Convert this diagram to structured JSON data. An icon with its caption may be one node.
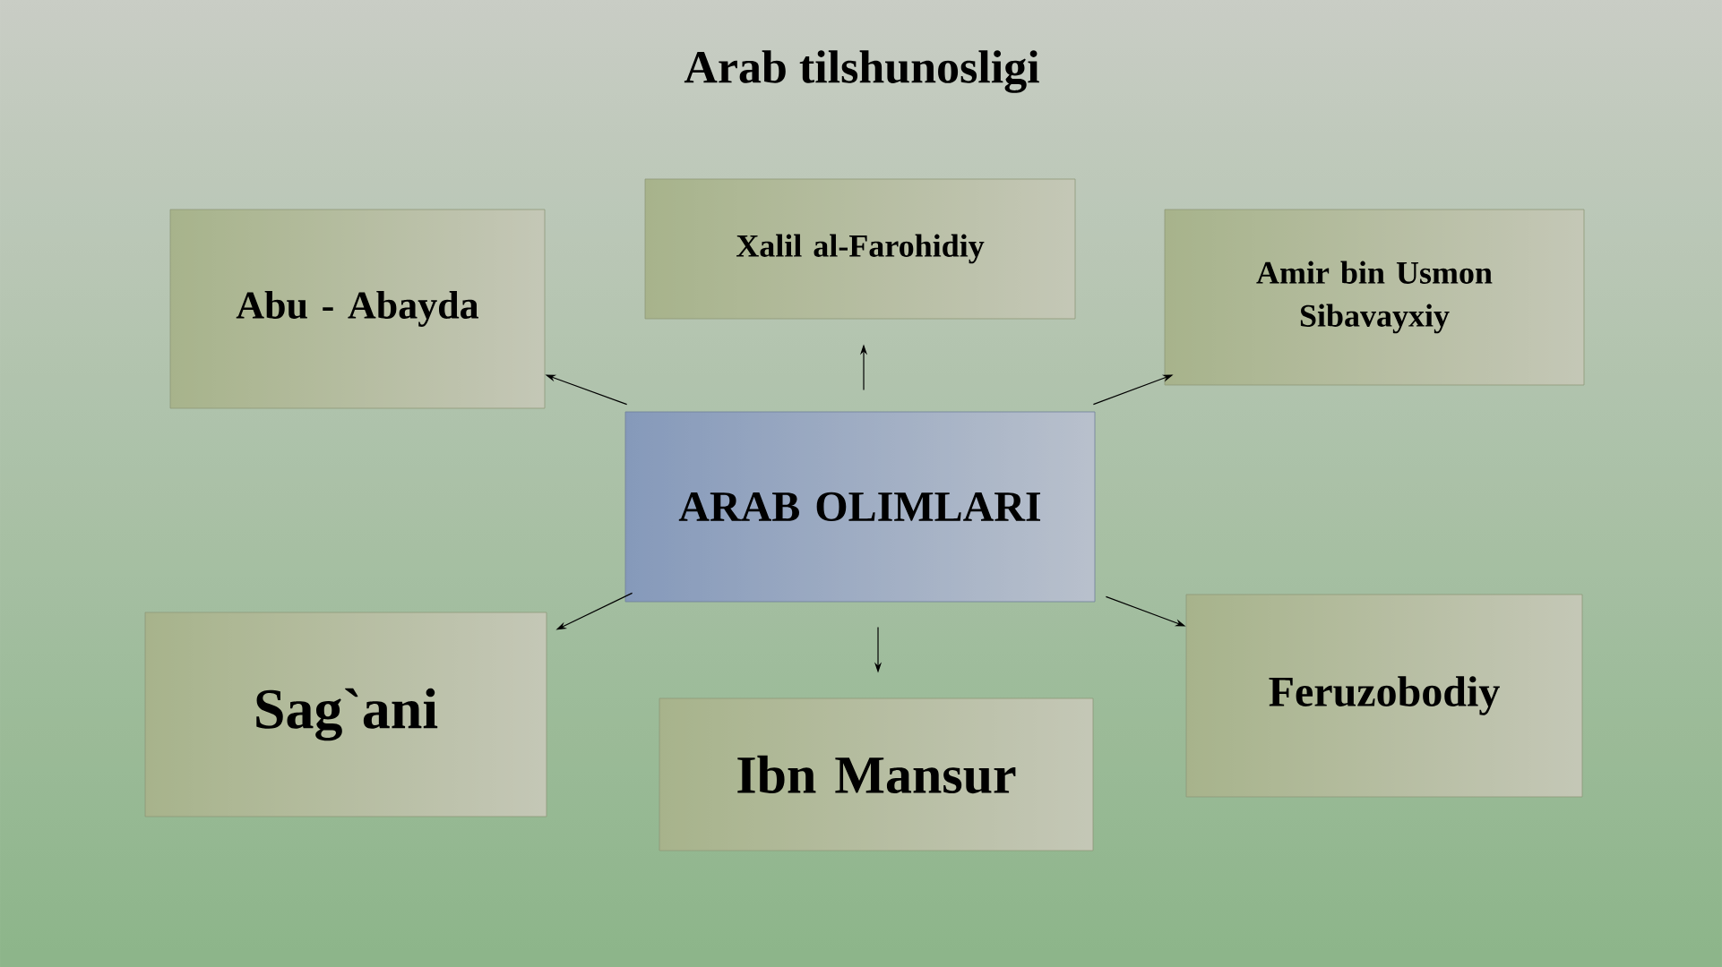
{
  "diagram": {
    "title": "Arab tilshunosligi",
    "nodes": [
      {
        "text": [
          "Abu - Abayda"
        ]
      },
      {
        "text": [
          "Xalil al-Farohidiy"
        ]
      },
      {
        "text": [
          "Amir bin Usmon Sibavayxiy"
        ]
      },
      {
        "text": [
          "ARAB OLIMLARI"
        ]
      },
      {
        "text": [
          "Sag`ani"
        ]
      },
      {
        "text": [
          "Ibn Mansur"
        ]
      },
      {
        "text": [
          "Feruzobodiy"
        ]
      }
    ],
    "edges": [
      {
        "from": 3,
        "to": 0,
        "arrow": "to"
      },
      {
        "from": 3,
        "to": 1,
        "arrow": "to"
      },
      {
        "from": 3,
        "to": 2,
        "arrow": "to"
      },
      {
        "from": 3,
        "to": 4,
        "arrow": "to"
      },
      {
        "from": 3,
        "to": 5,
        "arrow": "to"
      },
      {
        "from": 3,
        "to": 6,
        "arrow": "to"
      }
    ]
  }
}
